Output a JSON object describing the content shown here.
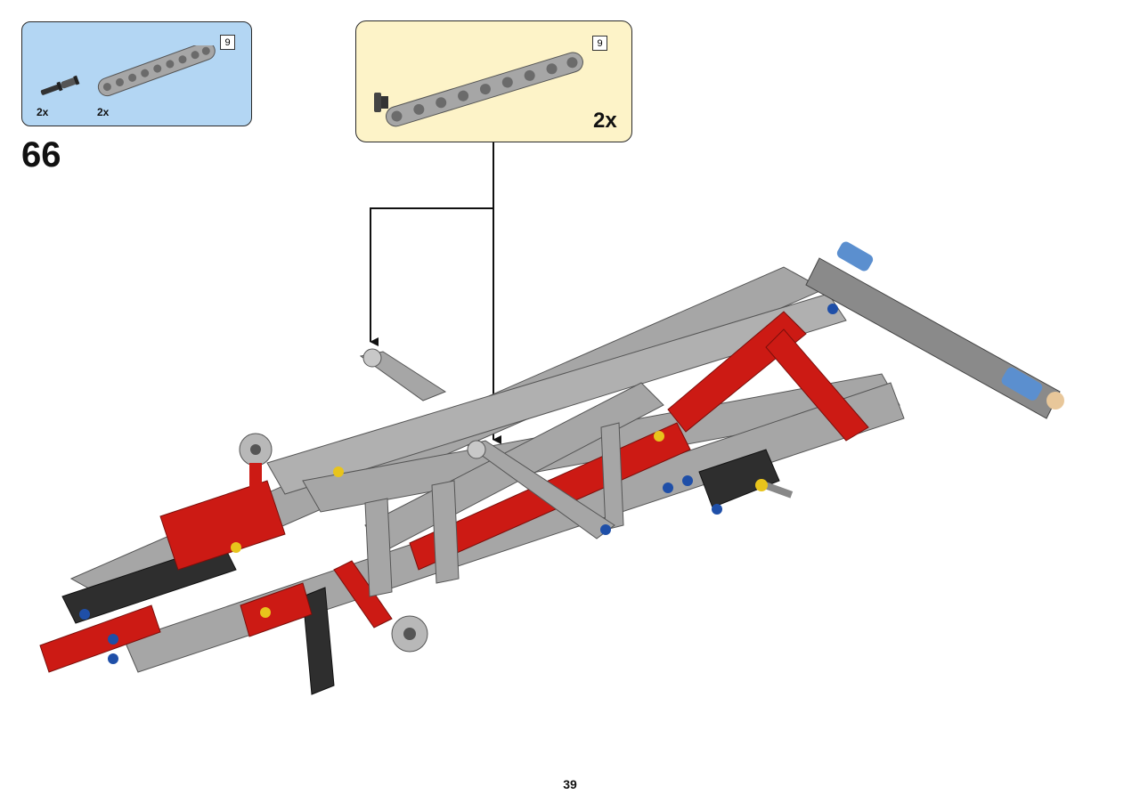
{
  "parts_list": {
    "items": [
      {
        "name": "axle-pin-black",
        "quantity": "2x"
      },
      {
        "name": "beam-9-gray",
        "quantity": "2x",
        "length": "9"
      }
    ]
  },
  "subassembly": {
    "length": "9",
    "quantity": "2x"
  },
  "step": {
    "number": "66"
  },
  "page": {
    "number": "39"
  },
  "colors": {
    "parts_bg": "#b3d6f3",
    "subassembly_bg": "#fdf3c8",
    "beam_gray": "#a6a6a6",
    "beam_red": "#cc1a14",
    "beam_black": "#2e2e2e",
    "pin_blue": "#1f4fa8",
    "pin_yellow": "#e8c41c"
  }
}
